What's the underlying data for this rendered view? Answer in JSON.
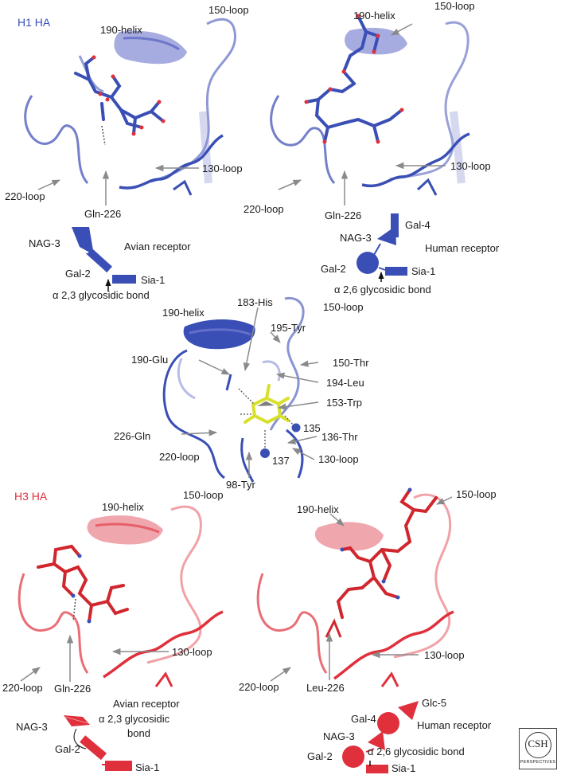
{
  "panels": {
    "h1": {
      "title": "H1 HA",
      "avian": {
        "helix": "190-helix",
        "loop150": "150-loop",
        "loop130": "130-loop",
        "loop220": "220-loop",
        "residue": "Gln-226",
        "receptor": "Avian receptor",
        "nag": "NAG-3",
        "gal": "Gal-2",
        "sia": "Sia-1",
        "bond": "α 2,3 glycosidic bond"
      },
      "human": {
        "helix": "190-helix",
        "loop150": "150-loop",
        "loop130": "130-loop",
        "loop220": "220-loop",
        "residue": "Gln-226",
        "receptor": "Human receptor",
        "gal4": "Gal-4",
        "nag": "NAG-3",
        "gal": "Gal-2",
        "sia": "Sia-1",
        "bond": "α 2,6 glycosidic bond"
      }
    },
    "center": {
      "his183": "183-His",
      "helix": "190-helix",
      "loop150": "150-loop",
      "tyr195": "195-Tyr",
      "glu190": "190-Glu",
      "thr150": "150-Thr",
      "leu194": "194-Leu",
      "trp153": "153-Trp",
      "gln226": "226-Gln",
      "n135": "135",
      "thr136": "136-Thr",
      "loop220": "220-loop",
      "n137": "137",
      "loop130": "130-loop",
      "tyr98": "98-Tyr"
    },
    "h3": {
      "title": "H3 HA",
      "avian": {
        "helix": "190-helix",
        "loop150": "150-loop",
        "loop130": "130-loop",
        "loop220": "220-loop",
        "residue": "Gln-226",
        "receptor": "Avian receptor",
        "nag": "NAG-3",
        "bond_line1": "α 2,3 glycosidic",
        "bond_line2": "bond",
        "gal": "Gal-2",
        "sia": "Sia-1"
      },
      "human": {
        "helix": "190-helix",
        "loop150": "150-loop",
        "loop130": "130-loop",
        "loop220": "220-loop",
        "residue": "Leu-226",
        "glc": "Glc-5",
        "gal4": "Gal-4",
        "receptor": "Human receptor",
        "nag": "NAG-3",
        "bond": "α 2,6 glycosidic bond",
        "gal": "Gal-2",
        "sia": "Sia-1"
      }
    }
  },
  "logo": {
    "big": "CSH",
    "small": "PERSPECTIVES"
  },
  "colors": {
    "h1": "#3a4fb5",
    "h3": "#e0303c",
    "ligand": "#d8e02a",
    "arrow": "#8a8a8a"
  }
}
